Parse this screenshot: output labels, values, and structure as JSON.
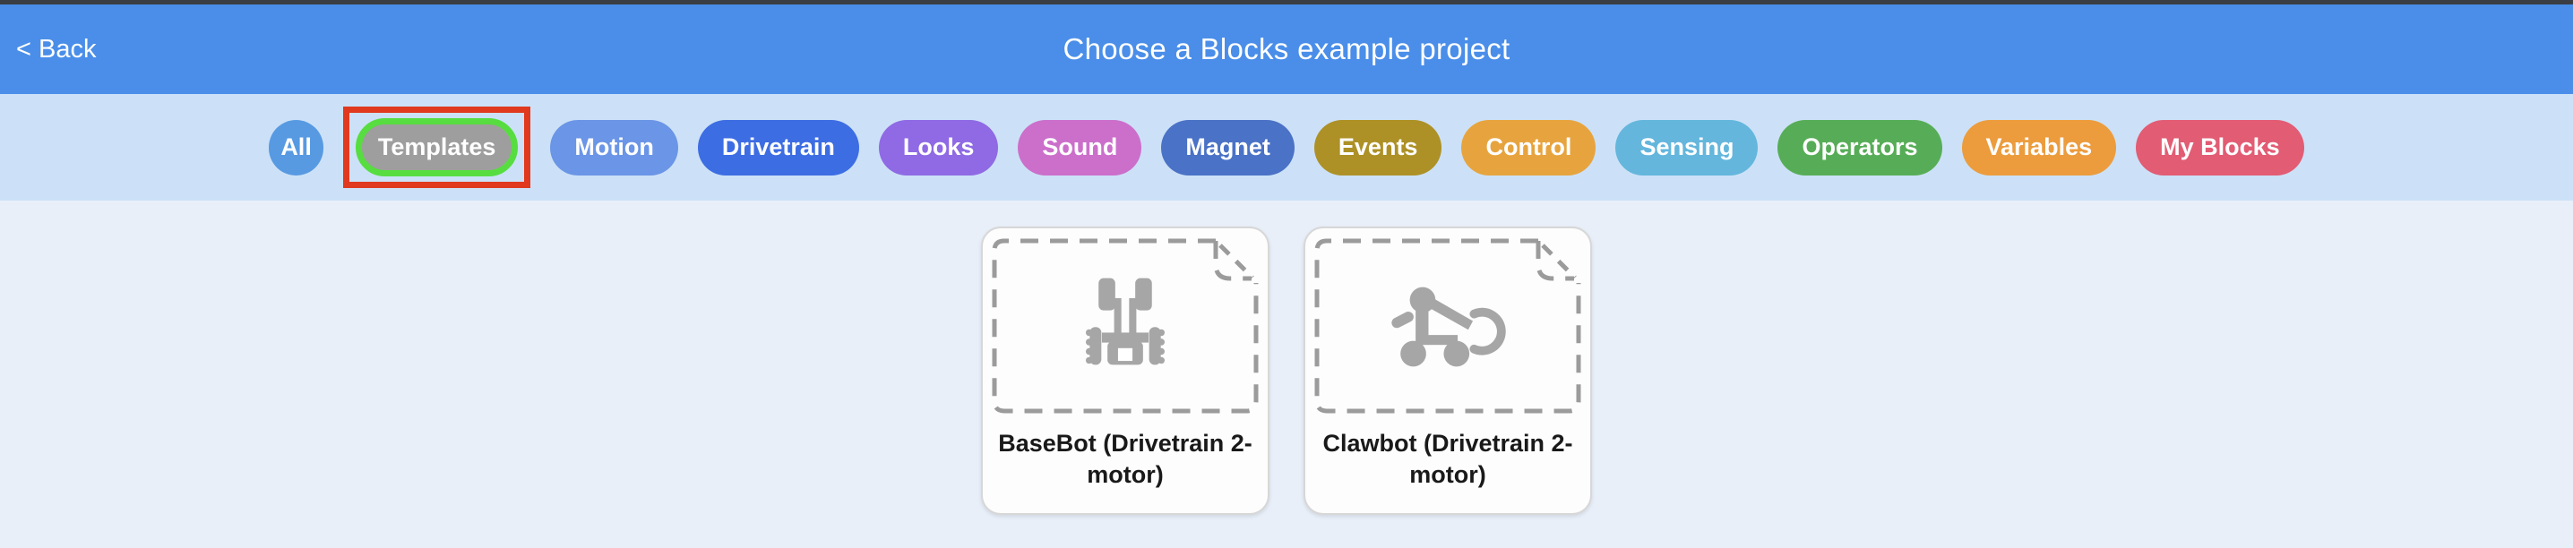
{
  "window": {
    "top_strip_color": "#3a3e43"
  },
  "header": {
    "background": "#4a8ee9",
    "back_label": "< Back",
    "title": "Choose a Blocks example project"
  },
  "filter_bar": {
    "background": "#cce1f7",
    "selected_index": 1,
    "selected_ring_color": "#57dd40",
    "annotation_box_color": "#e0391d",
    "items": [
      {
        "label": "All",
        "color": "#579ae2",
        "selected": false
      },
      {
        "label": "Templates",
        "color": "#9e9e9e",
        "selected": true
      },
      {
        "label": "Motion",
        "color": "#6b95e6",
        "selected": false
      },
      {
        "label": "Drivetrain",
        "color": "#3d6de3",
        "selected": false
      },
      {
        "label": "Looks",
        "color": "#8f6ae4",
        "selected": false
      },
      {
        "label": "Sound",
        "color": "#cb6fcb",
        "selected": false
      },
      {
        "label": "Magnet",
        "color": "#4a72c6",
        "selected": false
      },
      {
        "label": "Events",
        "color": "#ad9126",
        "selected": false
      },
      {
        "label": "Control",
        "color": "#e7a43e",
        "selected": false
      },
      {
        "label": "Sensing",
        "color": "#64b6dc",
        "selected": false
      },
      {
        "label": "Operators",
        "color": "#57ad57",
        "selected": false
      },
      {
        "label": "Variables",
        "color": "#ec9c3d",
        "selected": false
      },
      {
        "label": "My Blocks",
        "color": "#e25c74",
        "selected": false
      }
    ]
  },
  "main": {
    "background": "#e8eff9",
    "cards": [
      {
        "title": "BaseBot (Drivetrain 2-motor)",
        "icon": "basebot-robot-icon"
      },
      {
        "title": "Clawbot (Drivetrain 2-motor)",
        "icon": "clawbot-robot-icon"
      }
    ]
  }
}
